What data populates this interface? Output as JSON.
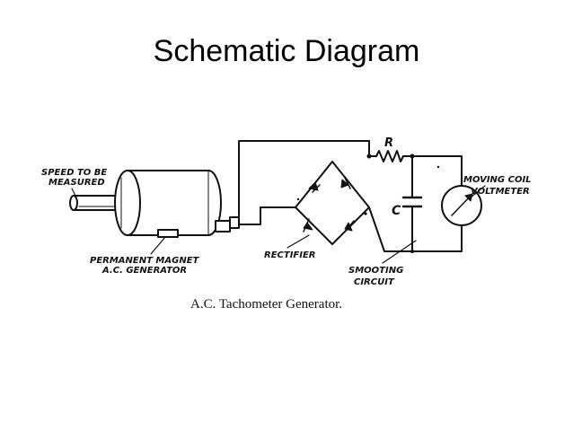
{
  "slide": {
    "title": "Schematic Diagram"
  },
  "labels": {
    "speed_line1": "SPEED TO BE",
    "speed_line2": "MEASURED",
    "perm_line1": "PERMANENT MAGNET",
    "perm_line2": "A.C. GENERATOR",
    "rectifier": "RECTIFIER",
    "smooth_line1": "SMOOTING",
    "smooth_line2": "CIRCUIT",
    "moving_line1": "MOVING COIL",
    "moving_line2": "VOLTMETER",
    "resistor": "R",
    "capacitor": "C",
    "caption": "A.C. Tachometer Generator."
  }
}
